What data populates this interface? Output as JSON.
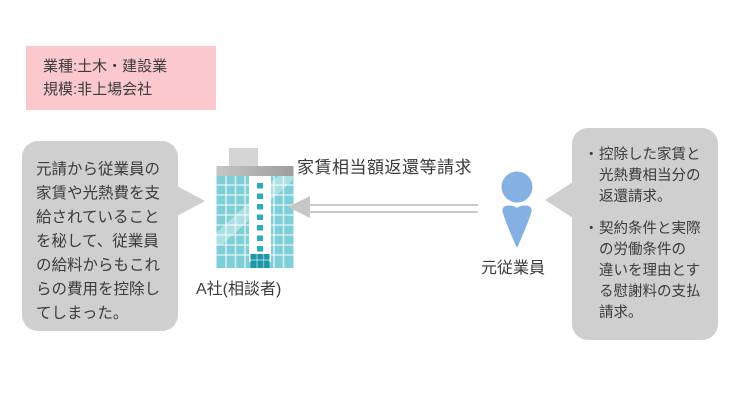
{
  "case_header": {
    "industry_label": "業種:土木・建設業",
    "scale_label": "規模:非上場会社"
  },
  "left_bubble": {
    "text": "元請から従業員の\n家賃や光熱費を支\n給されていること\nを秘して、従業員\nの給料からもこれ\nらの費用を控除し\nてしまった。"
  },
  "company": {
    "label": "A社(相談者)",
    "icon": "office-building-icon"
  },
  "claim_arrow": {
    "label": "家賃相当額返還等請求",
    "direction": "right-to-left"
  },
  "person": {
    "label": "元従業員",
    "icon": "person-icon"
  },
  "right_bubble": {
    "bullet": "・",
    "items": [
      "控除した家賃と\n光熱費相当分の\n返還請求。",
      "契約条件と実際\nの労働条件の\n違いを理由とす\nる慰謝料の支払\n請求。"
    ]
  },
  "colors": {
    "pink_box_bg": "#fbc9cd",
    "bubble_bg": "#cfcfcf",
    "arrow_gray": "#c9c9c9",
    "person_blue": "#84b1e2",
    "building_teal": "#7ecfd7",
    "building_strip_square": "#2aaebc",
    "building_base_block": "#1b98a6",
    "roof_gray": "#b0b0b0",
    "text": "#3b3b3b"
  }
}
